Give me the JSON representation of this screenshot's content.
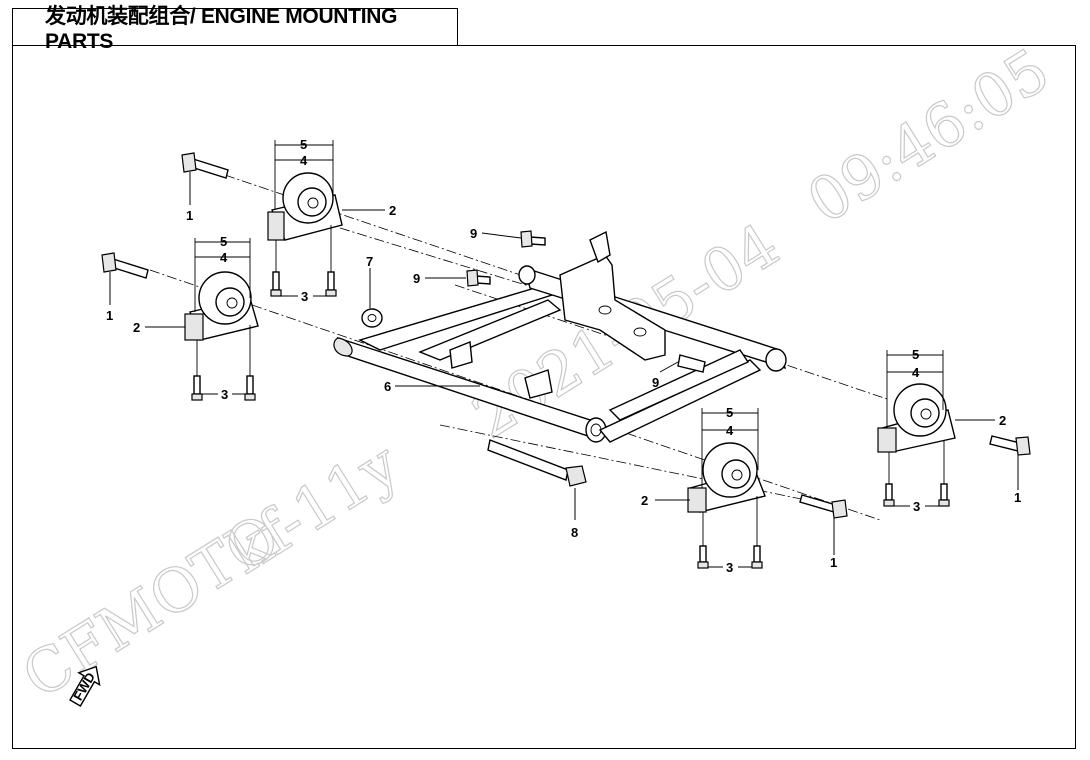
{
  "title": "发动机装配组合/ ENGINE MOUNTING PARTS",
  "watermark": {
    "brand": "CFMOTO",
    "user": "kf-11y",
    "date": "2021-05-04",
    "time": "09:46:05"
  },
  "fwd_arrow": "FWD",
  "callouts": [
    {
      "id": "c1a",
      "text": "1"
    },
    {
      "id": "c1b",
      "text": "1"
    },
    {
      "id": "c1c",
      "text": "1"
    },
    {
      "id": "c1d",
      "text": "1"
    },
    {
      "id": "c2a",
      "text": "2"
    },
    {
      "id": "c2b",
      "text": "2"
    },
    {
      "id": "c2c",
      "text": "2"
    },
    {
      "id": "c2d",
      "text": "2"
    },
    {
      "id": "c3a",
      "text": "3"
    },
    {
      "id": "c3b",
      "text": "3"
    },
    {
      "id": "c3c",
      "text": "3"
    },
    {
      "id": "c3d",
      "text": "3"
    },
    {
      "id": "c4a",
      "text": "4"
    },
    {
      "id": "c4b",
      "text": "4"
    },
    {
      "id": "c4c",
      "text": "4"
    },
    {
      "id": "c4d",
      "text": "4"
    },
    {
      "id": "c5a",
      "text": "5"
    },
    {
      "id": "c5b",
      "text": "5"
    },
    {
      "id": "c5c",
      "text": "5"
    },
    {
      "id": "c5d",
      "text": "5"
    },
    {
      "id": "c6",
      "text": "6"
    },
    {
      "id": "c7",
      "text": "7"
    },
    {
      "id": "c8",
      "text": "8"
    },
    {
      "id": "c9a",
      "text": "9"
    },
    {
      "id": "c9b",
      "text": "9"
    },
    {
      "id": "c9c",
      "text": "9"
    }
  ]
}
